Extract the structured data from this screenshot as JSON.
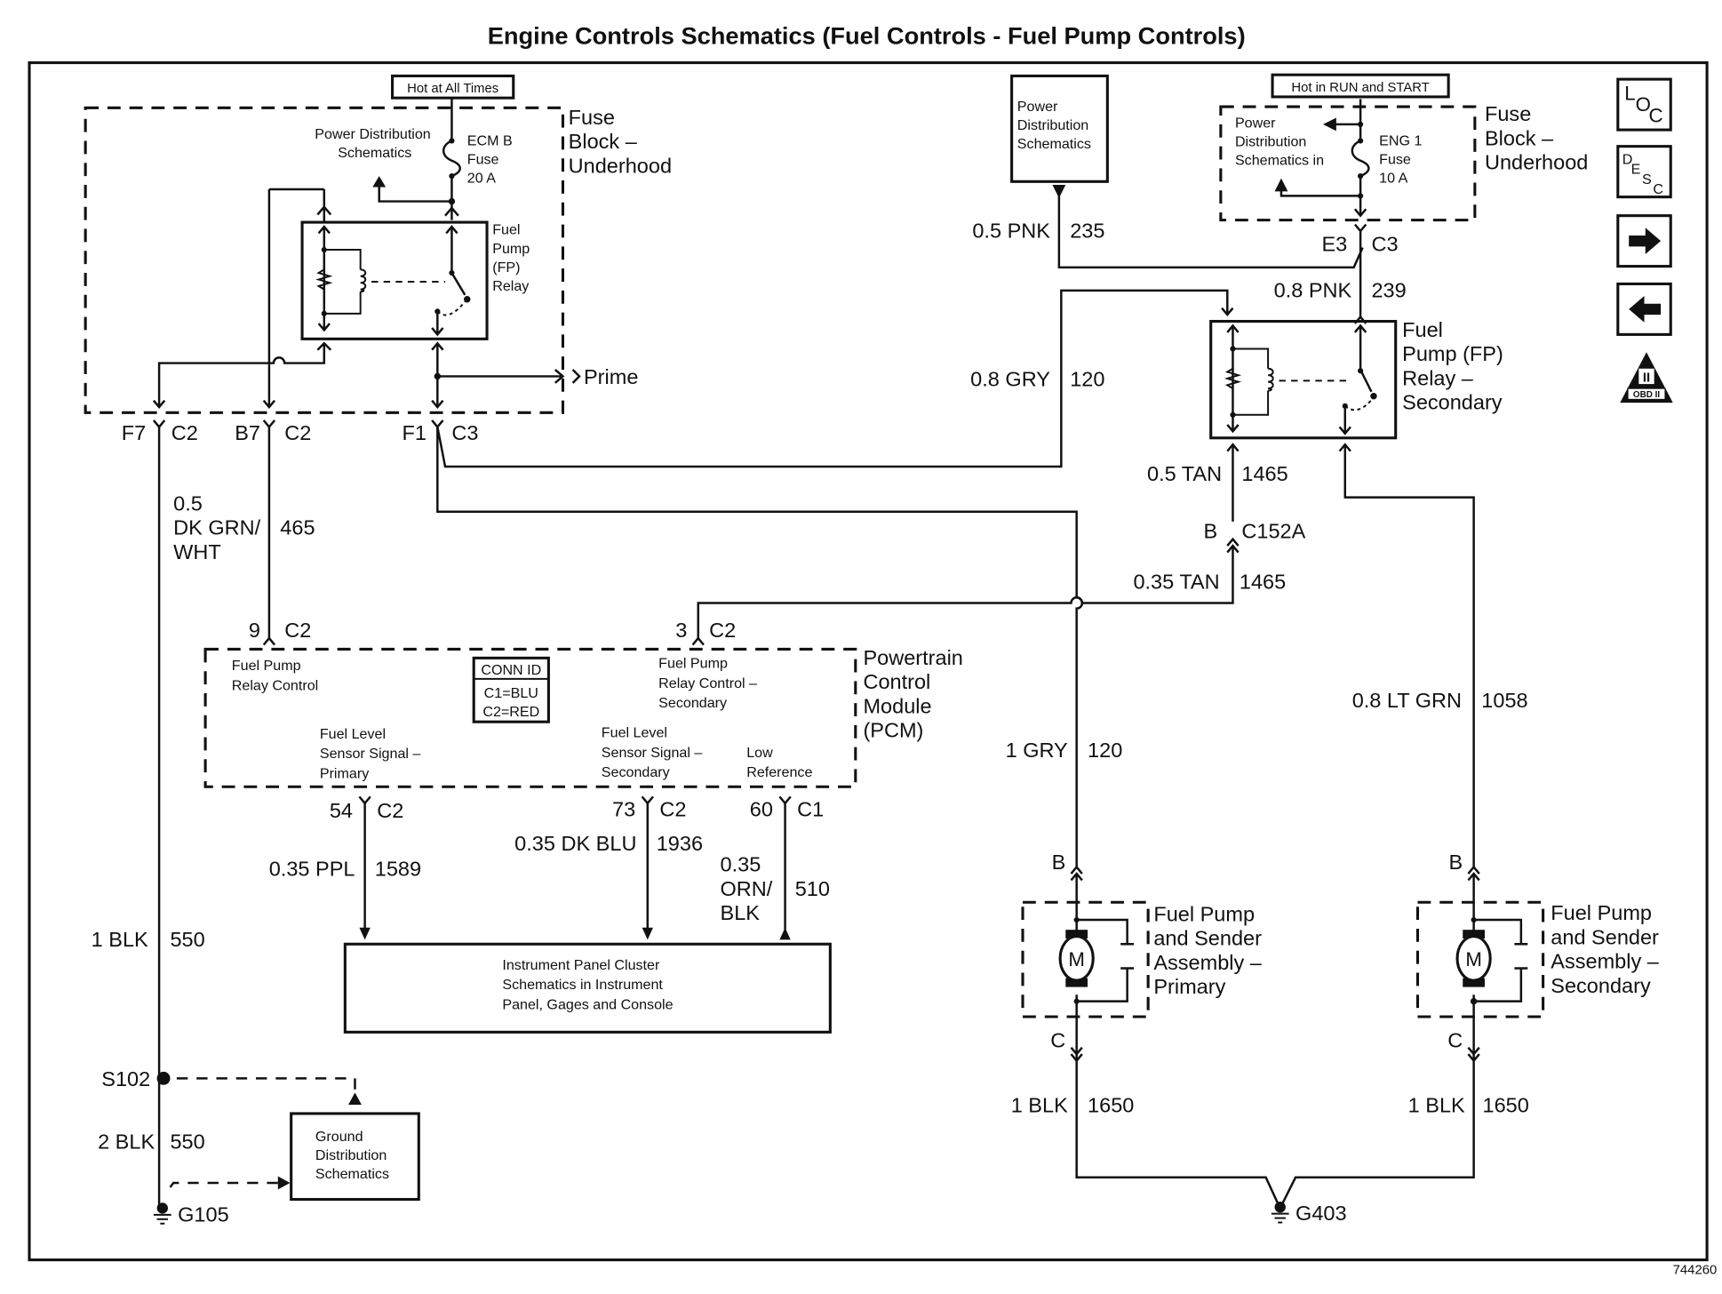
{
  "title": "Engine Controls Schematics (Fuel Controls - Fuel Pump Controls)",
  "figure_id": "744260",
  "nav_icons": [
    {
      "name": "loc-icon",
      "letters": [
        "L",
        "O",
        "C"
      ]
    },
    {
      "name": "desc-icon",
      "letters": [
        "D",
        "E",
        "S",
        "C"
      ]
    },
    {
      "name": "next-arrow-icon",
      "glyph": "right-arrow"
    },
    {
      "name": "prev-arrow-icon",
      "glyph": "left-arrow"
    },
    {
      "name": "obd2-icon",
      "label": "OBD II",
      "roman": "II"
    }
  ],
  "fuse_block_left": {
    "power_label": "Hot at All Times",
    "name_lines": [
      "Fuse",
      "Block –",
      "Underhood"
    ],
    "pd_ref": [
      "Power Distribution",
      "Schematics"
    ],
    "fuse": [
      "ECM B",
      "Fuse",
      "20 A"
    ],
    "relay_lines": [
      "Fuel",
      "Pump",
      "(FP)",
      "Relay"
    ],
    "prime_label": "Prime",
    "connectors": [
      {
        "pin": "F7",
        "conn": "C2"
      },
      {
        "pin": "B7",
        "conn": "C2"
      },
      {
        "pin": "F1",
        "conn": "C3"
      }
    ]
  },
  "fuse_block_right": {
    "power_label": "Hot in RUN and START",
    "name_lines": [
      "Fuse",
      "Block –",
      "Underhood"
    ],
    "pd_ref": [
      "Power",
      "Distribution",
      "Schematics in"
    ],
    "fuse": [
      "ENG 1",
      "Fuse",
      "10 A"
    ],
    "connector": {
      "pin": "E3",
      "conn": "C3"
    }
  },
  "pd_box": [
    "Power",
    "Distribution",
    "Schematics"
  ],
  "relay_secondary": {
    "name_lines": [
      "Fuel",
      "Pump (FP)",
      "Relay –",
      "Secondary"
    ]
  },
  "wires": {
    "w235": {
      "color": "0.5 PNK",
      "circuit": "235"
    },
    "w239": {
      "color": "0.8 PNK",
      "circuit": "239"
    },
    "w120_top": {
      "color": "0.8 GRY",
      "circuit": "120"
    },
    "w1465_a": {
      "color": "0.5 TAN",
      "circuit": "1465"
    },
    "w1465_b": {
      "color": "0.35 TAN",
      "circuit": "1465"
    },
    "w465": {
      "color_lines": [
        "0.5",
        "DK GRN/",
        "WHT"
      ],
      "circuit": "465"
    },
    "w550_a": {
      "color": "1 BLK",
      "circuit": "550"
    },
    "w550_b": {
      "color": "2 BLK",
      "circuit": "550"
    },
    "w1589": {
      "color": "0.35 PPL",
      "circuit": "1589"
    },
    "w1936": {
      "color": "0.35 DK BLU",
      "circuit": "1936"
    },
    "w510": {
      "color_lines": [
        "0.35",
        "ORN/",
        "BLK"
      ],
      "circuit": "510"
    },
    "w120_low": {
      "color": "1 GRY",
      "circuit": "120"
    },
    "w1058": {
      "color": "0.8 LT GRN",
      "circuit": "1058"
    },
    "w1650_a": {
      "color": "1 BLK",
      "circuit": "1650"
    },
    "w1650_b": {
      "color": "1 BLK",
      "circuit": "1650"
    }
  },
  "c152a": {
    "pin": "B",
    "conn": "C152A"
  },
  "pcm": {
    "name_lines": [
      "Powertrain",
      "Control",
      "Module",
      "(PCM)"
    ],
    "fp_relay_control": [
      "Fuel Pump",
      "Relay Control"
    ],
    "fp_relay_control_secondary": [
      "Fuel Pump",
      "Relay Control –",
      "Secondary"
    ],
    "fuel_level_primary": [
      "Fuel Level",
      "Sensor Signal –",
      "Primary"
    ],
    "fuel_level_secondary": [
      "Fuel Level",
      "Sensor Signal –",
      "Secondary"
    ],
    "low_reference": [
      "Low",
      "Reference"
    ],
    "conn_id": {
      "title": "CONN ID",
      "c1": "C1=BLU",
      "c2": "C2=RED"
    },
    "pins_top": [
      {
        "pin": "9",
        "conn": "C2"
      },
      {
        "pin": "3",
        "conn": "C2"
      }
    ],
    "pins_bottom": [
      {
        "pin": "54",
        "conn": "C2"
      },
      {
        "pin": "73",
        "conn": "C2"
      },
      {
        "pin": "60",
        "conn": "C1"
      }
    ]
  },
  "ipc_box": [
    "Instrument Panel Cluster",
    "Schematics in Instrument",
    "Panel, Gages and Console"
  ],
  "ground_left": {
    "splice": "S102",
    "ground": "G105",
    "ref_box": [
      "Ground",
      "Distribution",
      "Schematics"
    ]
  },
  "pump_primary": {
    "name_lines": [
      "Fuel Pump",
      "and Sender",
      "Assembly –",
      "Primary"
    ],
    "pin_top": "B",
    "pin_bottom": "C",
    "motor": "M"
  },
  "pump_secondary": {
    "name_lines": [
      "Fuel Pump",
      "and Sender",
      "Assembly –",
      "Secondary"
    ],
    "pin_top": "B",
    "pin_bottom": "C",
    "motor": "M"
  },
  "ground_right": {
    "ground": "G403"
  }
}
